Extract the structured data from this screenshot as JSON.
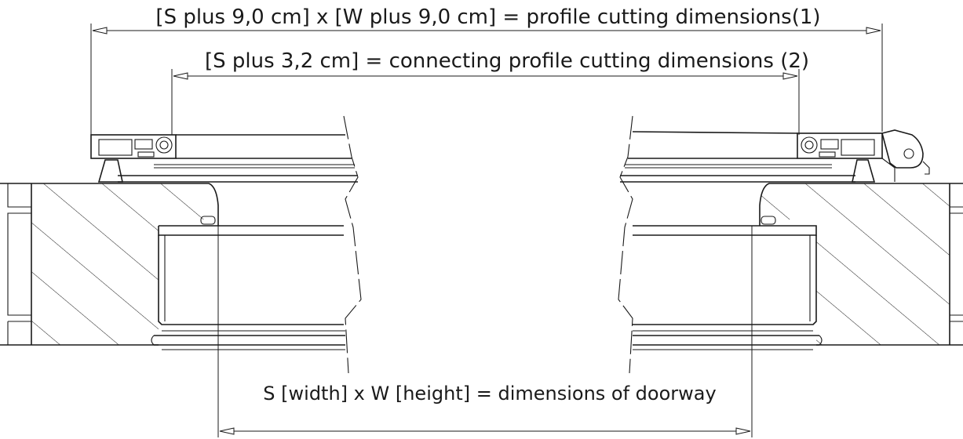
{
  "labels": {
    "profile_dimension": "[S plus 9,0 cm] x [W plus 9,0 cm] = profile cutting dimensions(1)",
    "connecting_dimension": "[S plus 3,2 cm] = connecting profile cutting dimensions (2)",
    "doorway_dimension": "S [width] x W [height] = dimensions of doorway"
  },
  "colors": {
    "line": "#1a1a1a",
    "background": "#ffffff"
  }
}
